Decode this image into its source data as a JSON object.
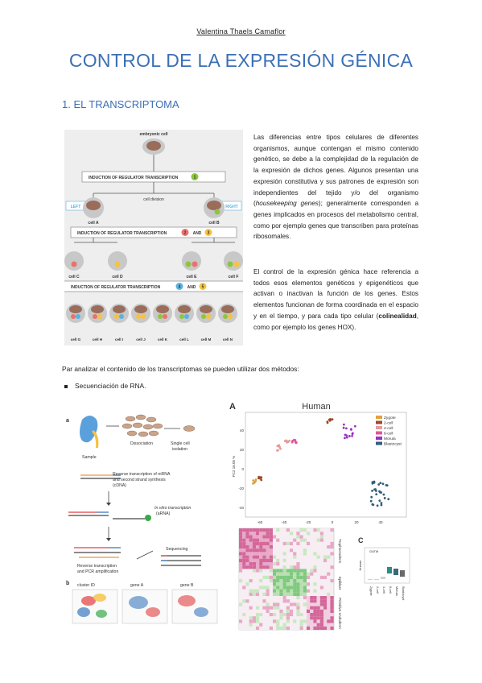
{
  "header": {
    "author": "Valentina Thaels Camaflor",
    "title": "CONTROL DE LA EXPRESIÓN GÉNICA"
  },
  "section1": {
    "heading": "1.  EL TRANSCRIPTOMA"
  },
  "figure1": {
    "embryonic": "embryonic cell",
    "induction1": "INDUCTION OF REGULATOR TRANSCRIPTION",
    "n1": "1",
    "cell_division": "cell division",
    "left": "LEFT",
    "right": "RIGHT",
    "cellA": "cell A",
    "cellB": "cell B",
    "induction2": "INDUCTION OF REGULATOR TRANSCRIPTION",
    "n2": "2",
    "and": "AND",
    "n3": "3",
    "cellC": "cell C",
    "cellD": "cell D",
    "cellE": "cell E",
    "cellF": "cell F",
    "induction3": "INDUCTION OF REGULATOR TRANSCRIPTION",
    "n4": "4",
    "n5": "5",
    "bottom_cells": [
      "cell G",
      "cell H",
      "cell I",
      "cell J",
      "cell K",
      "cell L",
      "cell M",
      "cell N"
    ],
    "colors": {
      "green": "#8cc63f",
      "red": "#e8736b",
      "yellow": "#f5c242",
      "blue": "#5ab2e0",
      "cell": "#c8c8c8",
      "nucleus": "#9a6c5a"
    }
  },
  "paragraph1": {
    "part1": "Las diferencias entre tipos celulares de diferentes organismos, aunque contengan el mismo contenido genético, se debe a la complejidad de la regulación de la expresión de dichos genes. Algunos presentan una expresión constitutiva y sus patrones de expresión son independientes del tejido y/o del organismo (",
    "italic": "housekeeping genes",
    "part2": "); generalmente corresponden a genes implicados en procesos del metabolismo central, como por ejemplo genes que transcriben para proteínas ribosomales."
  },
  "paragraph2": {
    "part1": "El control de la expresión génica hace referencia a todos esos elementos genéticos y epigenéticos que activan o inactivan la función de los genes. Estos elementos funcionan de forma coordinada en el espacio y en el tiempo, y para cada tipo celular (",
    "bold": "colinealidad",
    "part2": ", como por ejemplo los genes HOX)."
  },
  "intro": "Par analizar el contenido de los transcriptomas se pueden utilizar dos métodos:",
  "bullet1": "Secuenciación de RNA.",
  "figure2": {
    "a": "a",
    "sample": "Sample",
    "dissociation": "Dissociation",
    "single_cell": "Single cell",
    "isolation": "isolation",
    "rt1": "Reverse transcription of mRNA",
    "rt2": "and second strand synthesis",
    "rt3": "(cDNA)",
    "ivt1": "In vitro transcription",
    "ivt2": "(aRNA)",
    "sequencing": "Sequencing",
    "rt_pcr1": "Reverse transcription",
    "rt_pcr2": "and PCR amplification",
    "b": "b",
    "cluster": "cluster ID",
    "geneA": "gene A",
    "geneB": "gene B"
  },
  "figure3": {
    "A": "A",
    "human": "Human",
    "ylabel": "PC2 16.05 %",
    "x_ticks": [
      "-60",
      "-40",
      "-20",
      "0",
      "20",
      "40"
    ],
    "y_ticks": [
      "40",
      "20",
      "0",
      "-20",
      "-40"
    ],
    "legend": [
      {
        "label": "Zygote",
        "color": "#e0a040"
      },
      {
        "label": "2-cell",
        "color": "#9b4a2b"
      },
      {
        "label": "4-cell",
        "color": "#e89a9a"
      },
      {
        "label": "8-cell",
        "color": "#e0559a"
      },
      {
        "label": "Morula",
        "color": "#9b30c0"
      },
      {
        "label": "Blastocyst",
        "color": "#2f5e7a"
      }
    ],
    "c": "C",
    "gatm": "GATM",
    "box_x": [
      "Zygote",
      "2-cell",
      "4-cell",
      "8-cell",
      "Morula",
      "Blastocyst"
    ],
    "box_y": "Human",
    "right_labels": [
      "Trophectoderm",
      "Epiblast",
      "Primitive endoderm"
    ]
  }
}
